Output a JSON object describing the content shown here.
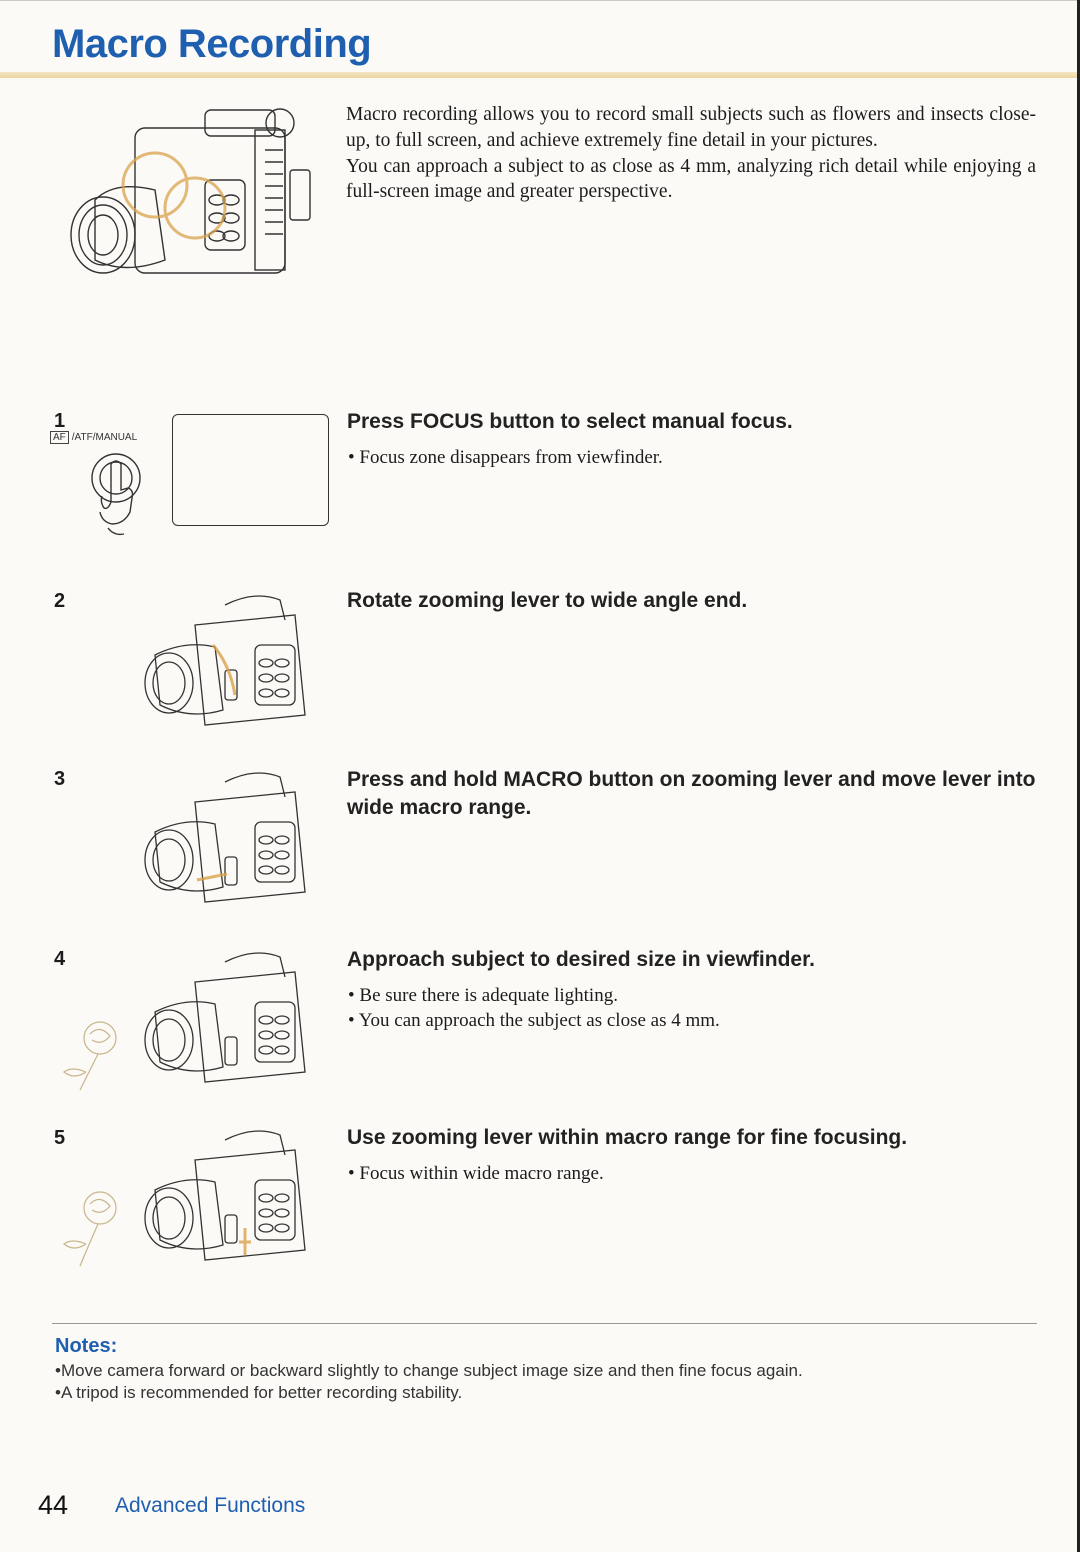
{
  "title": "Macro Recording",
  "intro": [
    "Macro recording allows you to record small subjects such as flowers and insects close-up, to full screen, and achieve extremely fine detail in your pictures.",
    "You can approach a subject to as close as 4 mm, analyzing rich detail while enjoying a full-screen image and greater perspective."
  ],
  "step1_button_label": {
    "af": "AF",
    "rest": "/ATF/MANUAL"
  },
  "steps": [
    {
      "number": "1",
      "heading": "Press FOCUS button to select manual focus.",
      "bullets": [
        "Focus zone disappears from viewfinder."
      ]
    },
    {
      "number": "2",
      "heading": "Rotate zooming lever to wide angle end.",
      "bullets": []
    },
    {
      "number": "3",
      "heading": "Press and hold MACRO button on zooming lever and move lever into wide macro range.",
      "bullets": []
    },
    {
      "number": "4",
      "heading": "Approach subject to desired size in viewfinder.",
      "bullets": [
        "Be sure there is adequate lighting.",
        "You can approach the subject as close as 4 mm."
      ]
    },
    {
      "number": "5",
      "heading": "Use zooming lever within macro range for fine focusing.",
      "bullets": [
        "Focus within wide macro range."
      ]
    }
  ],
  "notes": {
    "title": "Notes:",
    "items": [
      "Move camera forward or backward slightly to change subject image size and then fine focus again.",
      "A tripod is recommended for better recording stability."
    ]
  },
  "footer": {
    "page_number": "44",
    "section": "Advanced Functions"
  },
  "colors": {
    "heading_blue": "#1f5fb0",
    "highlight": "#d9a24a"
  },
  "icons": [
    "camcorder-illustration",
    "finger-press-icon",
    "rose-icon"
  ]
}
